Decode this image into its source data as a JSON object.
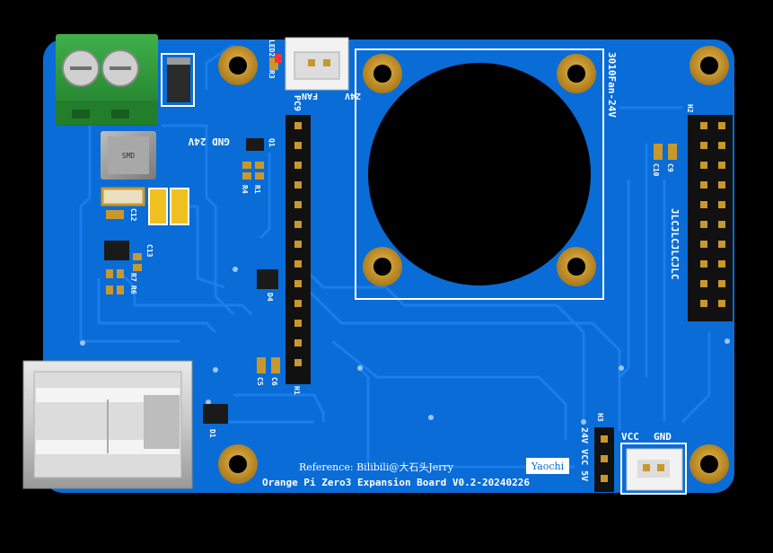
{
  "board": {
    "fan_marking": "3010Fan-24V",
    "fan_label": "FAN",
    "fan_voltage": "24V",
    "led_label": "LED2",
    "r3_label": "R3",
    "gnd_24v_label": "GND 24V",
    "q1_label": "Q1",
    "pc9_label": "PC9",
    "r4_label": "R4",
    "r1_label": "R1",
    "c12_label": "C12",
    "c13_label": "C13",
    "r7_label": "R7",
    "r6_label": "R6",
    "d4_label": "D4",
    "c5_label": "C5",
    "c6_label": "C6",
    "h1_label": "H1",
    "d1_label": "D1",
    "h2_label": "H2",
    "c9_label": "C9",
    "c10_label": "C10",
    "jlc_marking": "JLCJLCJLCJLC",
    "h3_label": "H3",
    "h3_pins": "24V VCC 5V",
    "vcc_label": "VCC",
    "gnd_label": "GND",
    "author_badge": "Yaochi",
    "reference_text": "Reference: Bilibili@大石头Jerry",
    "title_text": "Orange Pi Zero3 Expansion Board V0.2-20240226",
    "inductor_marking": "SMD"
  },
  "colors": {
    "pcb": "#0a6cd6",
    "pcb_dark": "#0858b4",
    "trace": "#1a7ae6",
    "silkscreen": "#ffffff",
    "gold": "#c9982c",
    "terminal_green": "#2f9a3a",
    "header_black": "#1a1a1a"
  }
}
